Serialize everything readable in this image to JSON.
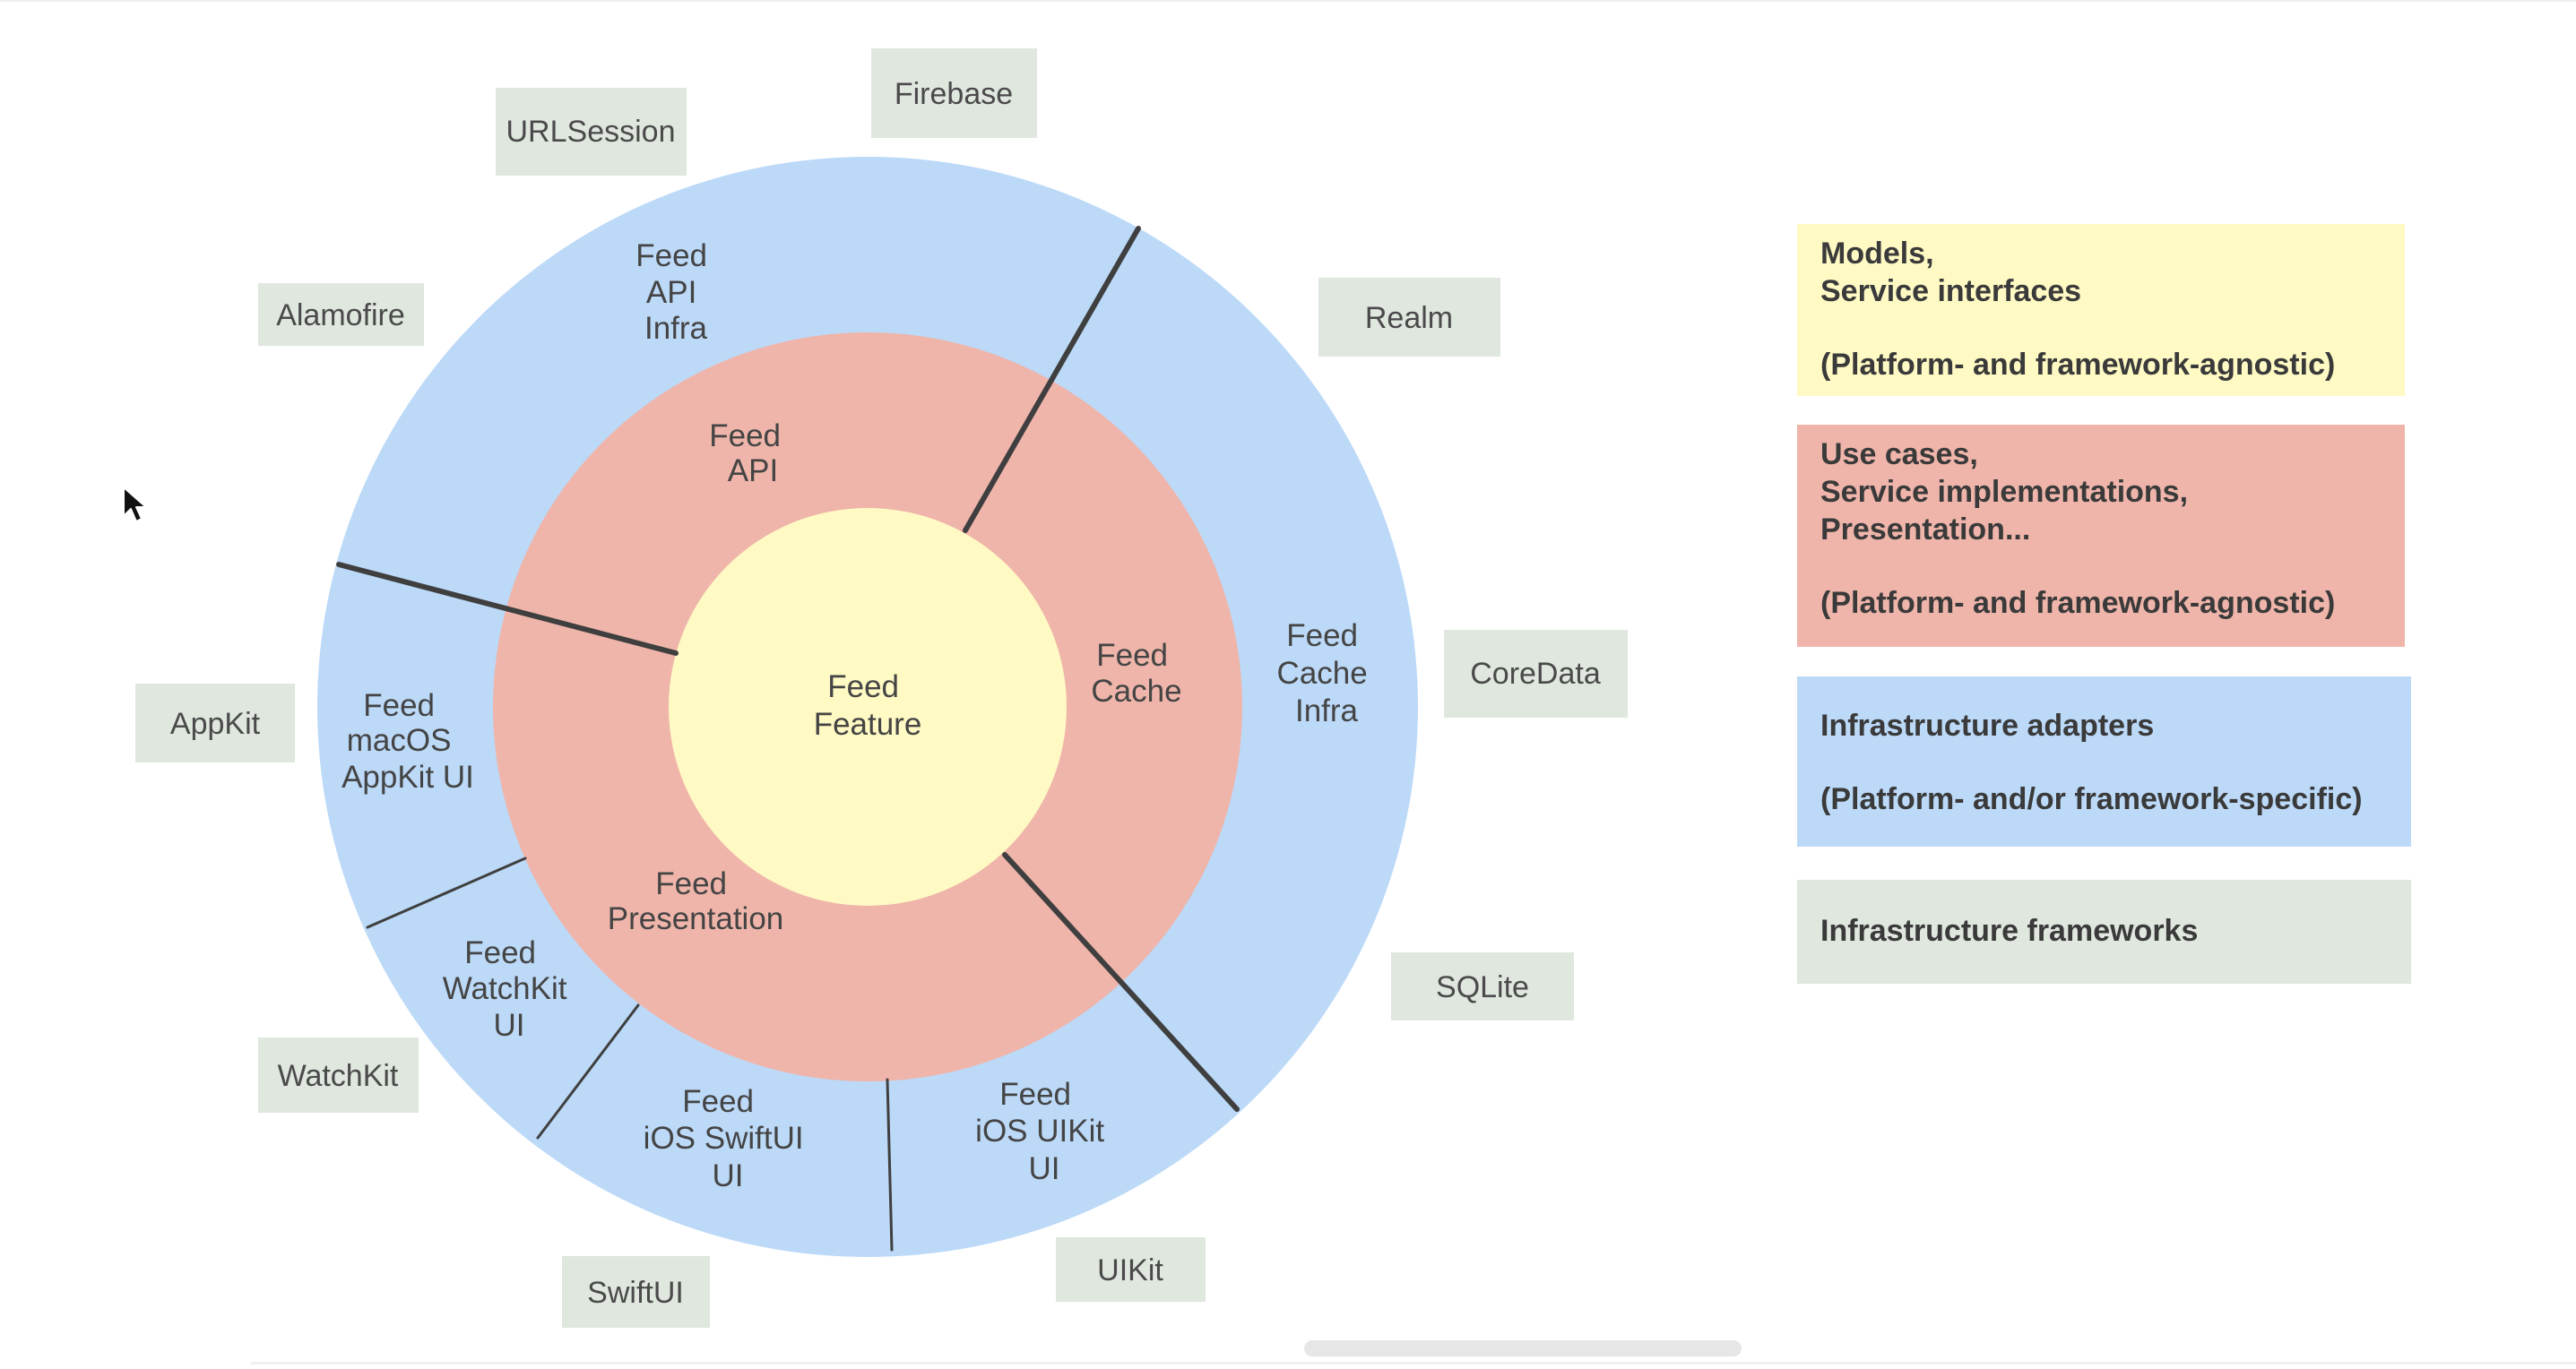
{
  "colors": {
    "domain": "#fff9c4",
    "use_cases": "#efb5aa",
    "infrastructure_adapters": "#bcd9f8",
    "infrastructure_frameworks": "#dfe7de",
    "divider": "#3f3f3f"
  },
  "core": {
    "lines": [
      "Feed",
      "Feature"
    ]
  },
  "middle_ring": {
    "api": [
      "Feed",
      "API"
    ],
    "cache": [
      "Feed",
      "Cache"
    ],
    "presentation": [
      "Feed",
      "Presentation"
    ]
  },
  "outer_ring": {
    "api_infra": [
      "Feed",
      "API",
      "Infra"
    ],
    "cache_infra": [
      "Feed",
      "Cache",
      "Infra"
    ],
    "macos_ui": [
      "Feed",
      "macOS",
      "AppKit UI"
    ],
    "watchkit_ui": [
      "Feed",
      "WatchKit",
      "UI"
    ],
    "swiftui_ui": [
      "Feed",
      "iOS SwiftUI",
      "UI"
    ],
    "uikit_ui": [
      "Feed",
      "iOS UIKit",
      "UI"
    ]
  },
  "frameworks": {
    "firebase": "Firebase",
    "urlsession": "URLSession",
    "alamofire": "Alamofire",
    "realm": "Realm",
    "coredata": "CoreData",
    "sqlite": "SQLite",
    "appkit": "AppKit",
    "watchkit": "WatchKit",
    "swiftui": "SwiftUI",
    "uikit": "UIKit"
  },
  "legend": {
    "domain": {
      "lines": [
        "Models,",
        "Service interfaces"
      ],
      "note": "(Platform- and framework-agnostic)"
    },
    "use_cases": {
      "lines": [
        "Use cases,",
        "Service implementations,",
        "Presentation..."
      ],
      "note": "(Platform- and framework-agnostic)"
    },
    "adapters": {
      "lines": [
        "Infrastructure adapters"
      ],
      "note": "(Platform- and/or framework-specific)"
    },
    "frameworks": {
      "lines": [
        "Infrastructure frameworks"
      ]
    }
  }
}
